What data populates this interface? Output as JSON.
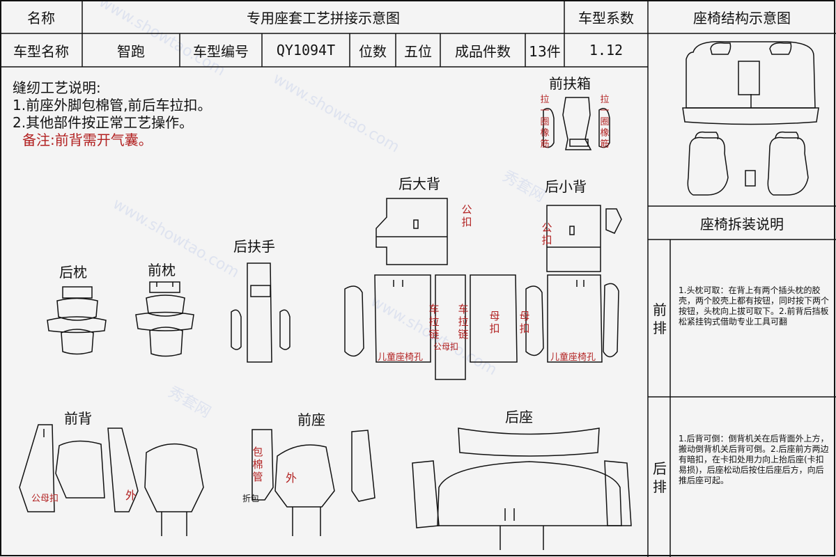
{
  "header": {
    "name_label": "名称",
    "title": "专用座套工艺拼接示意图",
    "coef_label": "车型系数",
    "structure_title": "座椅结构示意图"
  },
  "info": {
    "model_name_label": "车型名称",
    "model_name": "智跑",
    "model_no_label": "车型编号",
    "model_no": "QY1094T",
    "seats_label": "位数",
    "seats": "五位",
    "pieces_label": "成品件数",
    "pieces": "13件",
    "coef": "1.12"
  },
  "notes": {
    "heading": "缝纫工艺说明:",
    "line1": "1.前座外脚包棉管,前后车拉扣。",
    "line2": "2.其他部件按正常工艺操作。",
    "remark": "备注:前背需开气囊。"
  },
  "parts": {
    "front_armbox": "前扶箱",
    "rear_back": "后大背",
    "rear_small_back": "后小背",
    "rear_armrest": "后扶手",
    "rear_headrest": "后枕",
    "front_headrest": "前枕",
    "front_back": "前背",
    "front_seat": "前座",
    "rear_seat": "后座"
  },
  "marks": {
    "pull_band": "拉一圈橡筋",
    "male_buckle": "公扣",
    "female_buckle": "母扣",
    "zipper": "车拉链",
    "child_seat_hole": "儿童座椅孔",
    "male_female_buckle": "公母扣",
    "outer": "外",
    "cotton_pipe": "包棉管",
    "fold": "折包"
  },
  "assembly": {
    "title": "座椅拆装说明",
    "front_row_label": "前排",
    "front_row_text": "1.头枕可取：在背上有两个插头枕的胶壳，两个胶壳上都有按钮，同时按下两个按钮，头枕向上拔可取下。2.前背后挡板松紧挂钩式借助专业工具可翻",
    "rear_row_label": "后排",
    "rear_row_text": "1.后背可倒：倒背机关在后背面外上方，搬动倒背机关后背可倒。2.后座前方两边有暗扣，在卡扣处用力向上抬后座(卡扣易损)，后座松动后按住后座后方，向后推后座可起。"
  },
  "watermark": {
    "text1": "秀套网",
    "text2": "www.showtao.com"
  },
  "colors": {
    "mark_red": "#b22222",
    "line": "#111111",
    "bg": "#f4f4f4"
  }
}
